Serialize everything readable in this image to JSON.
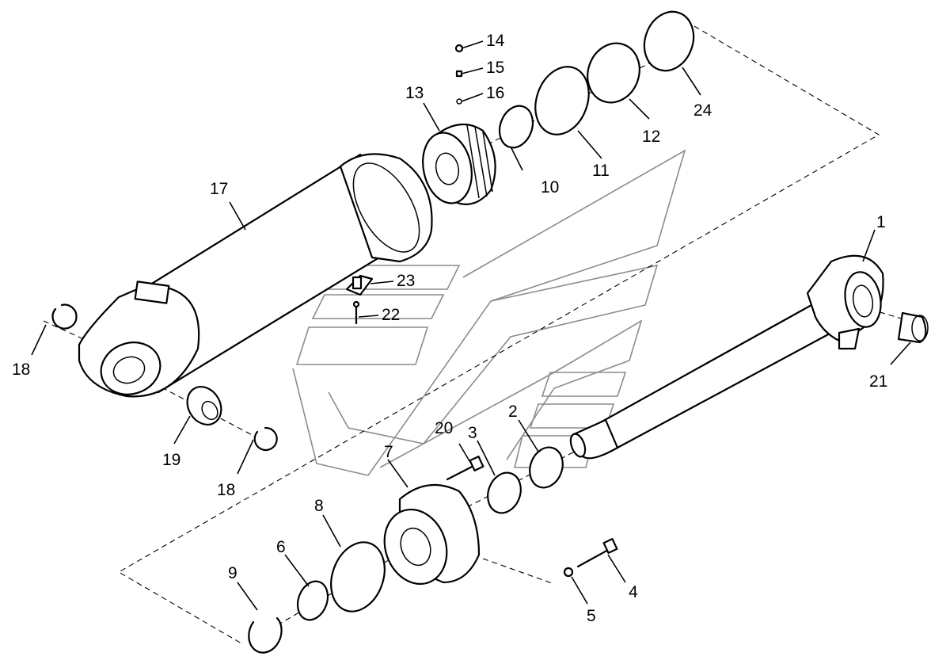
{
  "diagram": {
    "callouts": {
      "c1": "1",
      "c2": "2",
      "c3": "3",
      "c4": "4",
      "c5": "5",
      "c6": "6",
      "c7": "7",
      "c8": "8",
      "c9": "9",
      "c10": "10",
      "c11": "11",
      "c12": "12",
      "c13": "13",
      "c14": "14",
      "c15": "15",
      "c16": "16",
      "c17": "17",
      "c18a": "18",
      "c18b": "18",
      "c19": "19",
      "c20": "20",
      "c21": "21",
      "c22": "22",
      "c23": "23",
      "c24": "24"
    }
  },
  "colors": {
    "line": "#000000",
    "watermark": "#8c8c8c",
    "background": "#ffffff"
  }
}
